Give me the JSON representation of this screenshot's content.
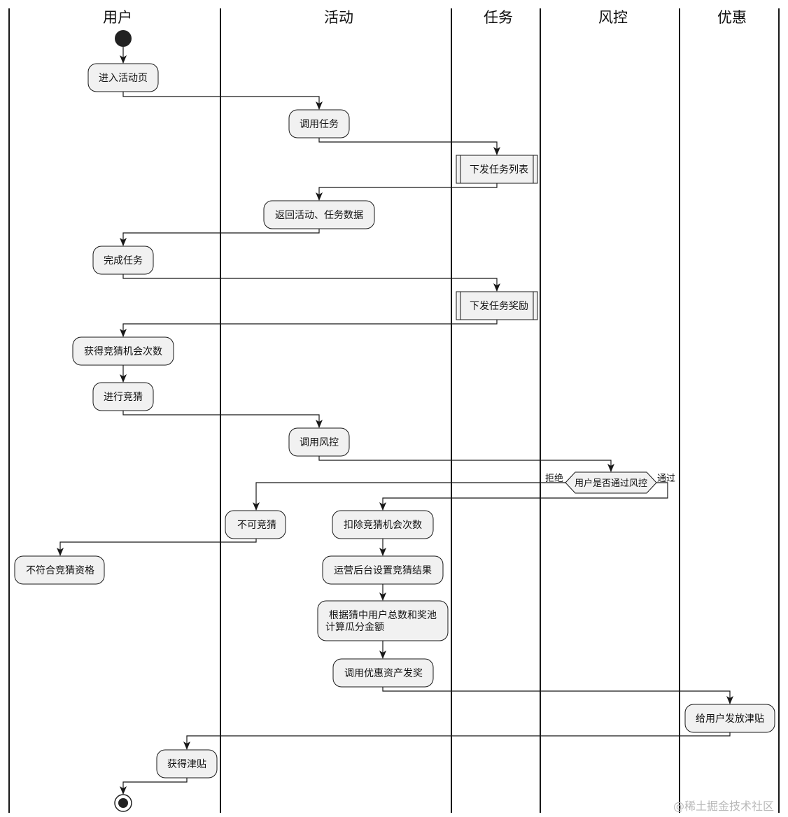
{
  "lanes": [
    "用户",
    "活动",
    "任务",
    "风控",
    "优惠"
  ],
  "activities": {
    "enter_page": "进入活动页",
    "call_task": "调用任务",
    "issue_task_list": "下发任务列表",
    "return_data": "返回活动、任务数据",
    "complete_task": "完成任务",
    "issue_task_reward": "下发任务奖励",
    "get_chances": "获得竞猜机会次数",
    "do_guess": "进行竞猜",
    "call_risk": "调用风控",
    "cannot_guess": "不可竞猜",
    "not_eligible": "不符合竞猜资格",
    "deduct_chances": "扣除竞猜机会次数",
    "set_result": "运营后台设置竞猜结果",
    "calc_line1": "根据猜中用户总数和奖池",
    "calc_line2": "计算瓜分金额",
    "call_coupon": "调用优惠资产发奖",
    "give_allowance": "给用户发放津贴",
    "get_allowance": "获得津贴"
  },
  "decision": {
    "question": "用户是否通过风控",
    "reject_label": "拒绝",
    "pass_label": "通过"
  },
  "watermark": "@稀土掘金技术社区"
}
